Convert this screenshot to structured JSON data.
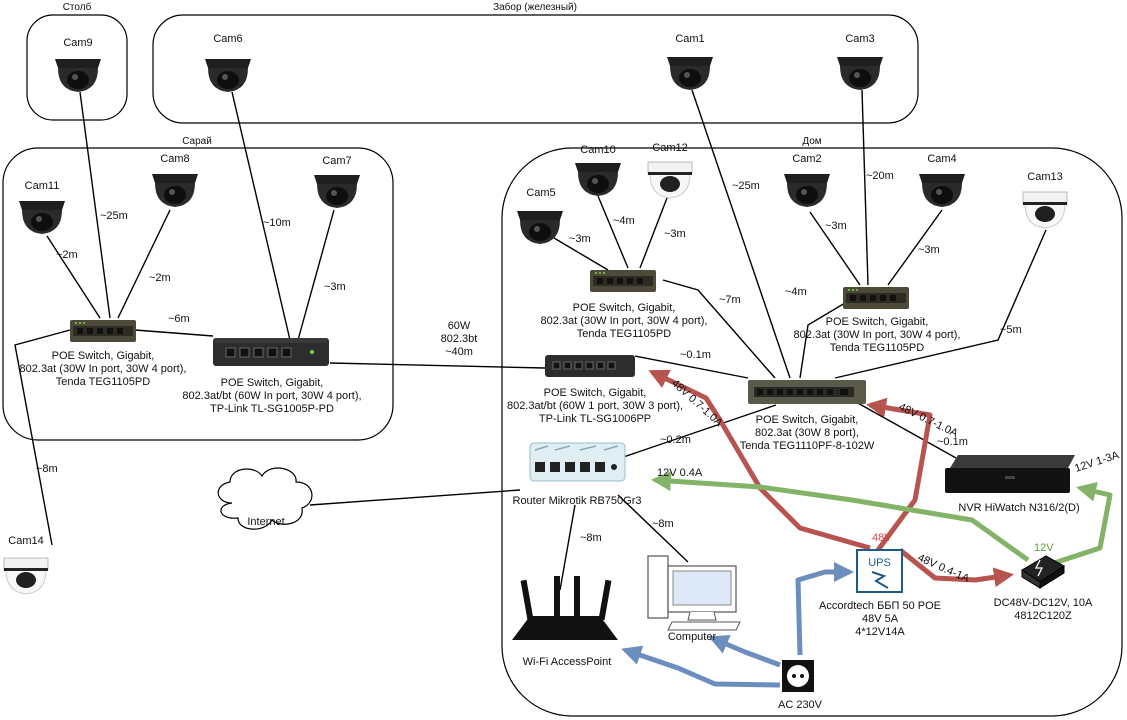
{
  "zones": {
    "stolb": "Столб",
    "zabor": "Забор (железный)",
    "saray": "Сарай",
    "dom": "Дом"
  },
  "cams": {
    "cam1": "Cam1",
    "cam2": "Cam2",
    "cam3": "Cam3",
    "cam4": "Cam4",
    "cam5": "Cam5",
    "cam6": "Cam6",
    "cam7": "Cam7",
    "cam8": "Cam8",
    "cam9": "Cam9",
    "cam10": "Cam10",
    "cam11": "Cam11",
    "cam12": "Cam12",
    "cam13": "Cam13",
    "cam14": "Cam14"
  },
  "devices": {
    "sw_saray_small": [
      "POE Switch, Gigabit,",
      "802.3at (30W In port, 30W 4 port),",
      "Tenda TEG1105PD"
    ],
    "sw_saray_big": [
      "POE Switch, Gigabit,",
      "802.3at/bt (60W In port, 30W 4 port),",
      "TP-Link TL-SG1005P-PD"
    ],
    "sw_dom_left": [
      "POE Switch, Gigabit,",
      "802.3at (30W In port, 30W 4 port),",
      "Tenda TEG1105PD"
    ],
    "sw_dom_right": [
      "POE Switch, Gigabit,",
      "802.3at (30W In port, 30W 4 port),",
      "Tenda TEG1105PD"
    ],
    "sw_dom_6port": [
      "POE Switch, Gigabit,",
      "802.3at/bt (60W 1 port, 30W 3 port),",
      "TP-Link TL-SG1006PP"
    ],
    "sw_main": [
      "POE Switch, Gigabit,",
      "802.3at (30W 8 port),",
      "Tenda TEG1110PF-8-102W"
    ],
    "router": "Router Mikrotik RB750Gr3",
    "nvr": "NVR HiWatch N316/2(D)",
    "ups": [
      "Accordtech ББП 50 POE",
      "48V 5A",
      "4*12V14A"
    ],
    "ups_badge": "UPS",
    "dcdc": [
      "DC48V-DC12V, 10A",
      "4812C120Z"
    ],
    "internet": "Internet",
    "computer": "Computer",
    "ap": "Wi-Fi AccessPoint",
    "ac": "AC 230V"
  },
  "cable_labels": {
    "cam9": "~25m",
    "cam6": "~10m",
    "cam11": "~2m",
    "cam8": "~2m",
    "cam7": "~3m",
    "saray_link": "~6m",
    "cam14": "~8m",
    "uplink": [
      "60W",
      "802.3bt",
      "~40m"
    ],
    "cam5": "~3m",
    "cam10": "~4m",
    "cam12": "~3m",
    "cam1": "~25m",
    "cam3": "~20m",
    "cam2": "~3m",
    "cam4": "~3m",
    "dom_left_link": "~7m",
    "dom_right_link": "~4m",
    "cam13": "~5m",
    "link_6port": "~0.1m",
    "router_link": "~0.2m",
    "nvr_link": "~0.1m",
    "computer_link": "~8m",
    "ap_link": "~8m"
  },
  "power_labels": {
    "ups_to_6port": "48V 0.7-1.0A",
    "ups_to_main": "48V 0.7-1.0A",
    "ups_to_dcdc": "48V 0.4-1A",
    "ups_out": "48V",
    "dcdc_out": "12V",
    "to_nvr": "12V 1-3A",
    "to_router": "12V 0.4A"
  },
  "colors": {
    "power48": "#b85450",
    "power12": "#82b366",
    "ac": "#6c8ebf"
  }
}
